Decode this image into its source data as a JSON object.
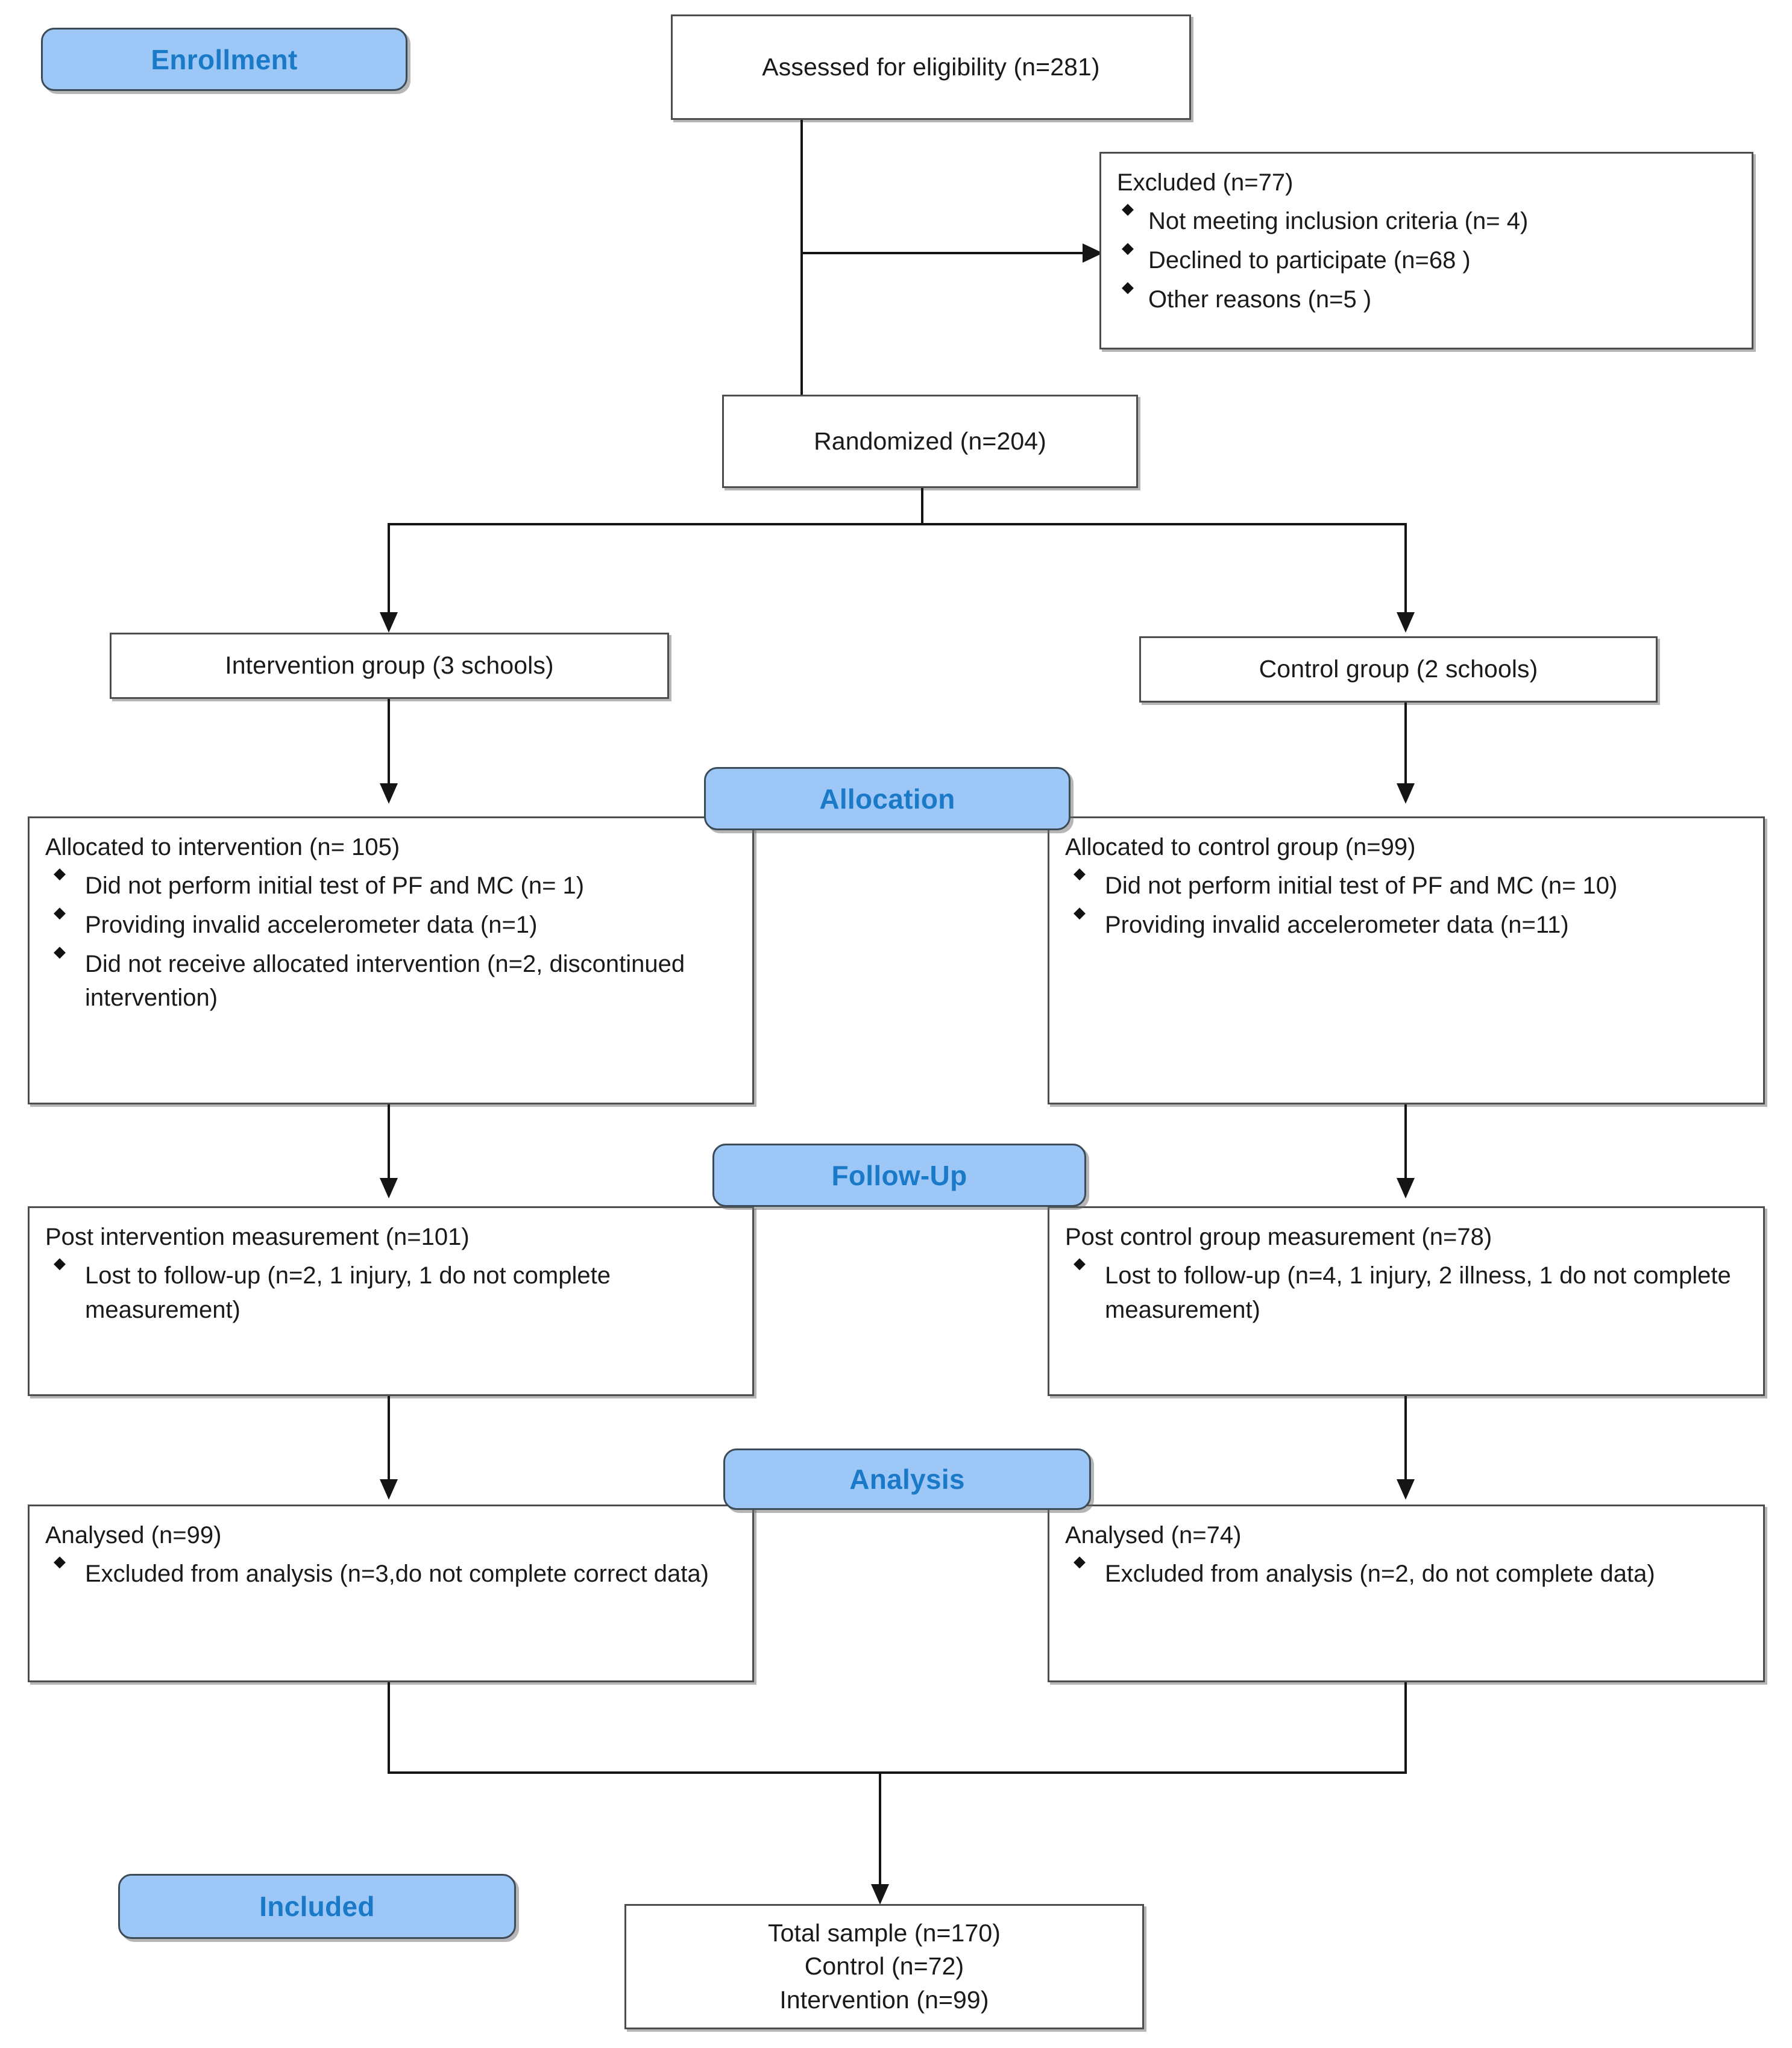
{
  "diagram": {
    "title": "CONSORT participant flow diagram",
    "accent_color": "#9cc7f7",
    "badge_text_color": "#1b7ac7",
    "box_border_color": "#4d4d4d"
  },
  "stage_badges": {
    "enrollment": "Enrollment",
    "allocation": "Allocation",
    "follow_up": "Follow-Up",
    "analysis": "Analysis",
    "included": "Included"
  },
  "enrollment": {
    "assessed": "Assessed for eligibility (n=281)",
    "excluded": {
      "lead": "Excluded (n=77)",
      "items": [
        "Not meeting inclusion criteria (n= 4)",
        "Declined to participate (n=68 )",
        "Other reasons (n=5 )"
      ]
    },
    "randomized": "Randomized (n=204)"
  },
  "groups": {
    "intervention": "Intervention group (3 schools)",
    "control": "Control group (2 schools)"
  },
  "allocation": {
    "intervention": {
      "lead": "Allocated to intervention (n= 105)",
      "items": [
        "Did not perform initial test of PF and MC (n= 1)",
        "Providing invalid accelerometer data (n=1)",
        "Did not receive allocated intervention (n=2, discontinued intervention)"
      ]
    },
    "control": {
      "lead": "Allocated to control group (n=99)",
      "items": [
        "Did not perform initial test of PF and MC (n= 10)",
        "Providing invalid accelerometer data (n=11)"
      ]
    }
  },
  "follow_up": {
    "intervention": {
      "lead": "Post intervention measurement (n=101)",
      "items": [
        "Lost to follow-up (n=2, 1 injury, 1 do not complete measurement)"
      ]
    },
    "control": {
      "lead": "Post control group measurement (n=78)",
      "items": [
        "Lost to follow-up (n=4, 1 injury, 2 illness, 1 do not complete measurement)"
      ]
    }
  },
  "analysis": {
    "intervention": {
      "lead": "Analysed (n=99)",
      "items": [
        "Excluded from analysis (n=3,do not complete correct data)"
      ]
    },
    "control": {
      "lead": "Analysed (n=74)",
      "items": [
        "Excluded from analysis (n=2, do not complete data)"
      ]
    }
  },
  "included_totals": {
    "line1": "Total sample (n=170)",
    "line2": "Control (n=72)",
    "line3": "Intervention (n=99)"
  }
}
